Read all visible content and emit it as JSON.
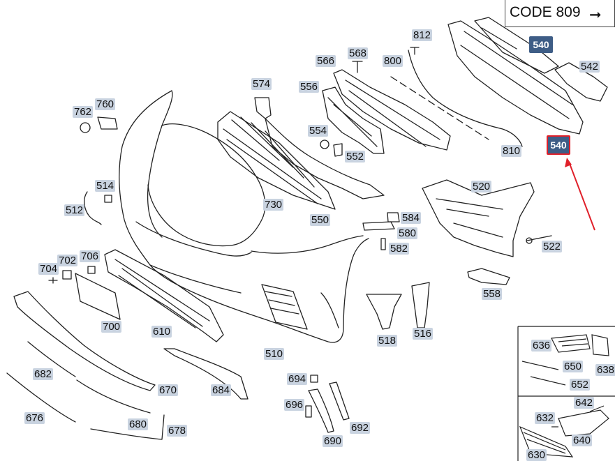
{
  "header": {
    "code_text": "CODE 809",
    "arrow_glyph": "➞"
  },
  "badges": {
    "top": "540",
    "highlighted": "540"
  },
  "colors": {
    "label_bg": "#c9d3e0",
    "badge_bg": "#3e5d86",
    "highlight": "#e0202a",
    "line": "#222222"
  },
  "callouts": {
    "c812": "812",
    "c566": "566",
    "c568": "568",
    "c800": "800",
    "c542": "542",
    "c574": "574",
    "c556": "556",
    "c762": "762",
    "c760": "760",
    "c554": "554",
    "c552": "552",
    "c810": "810",
    "c520": "520",
    "c514": "514",
    "c512": "512",
    "c730": "730",
    "c550": "550",
    "c584": "584",
    "c580": "580",
    "c582": "582",
    "c522": "522",
    "c704": "704",
    "c702": "702",
    "c706": "706",
    "c558": "558",
    "c700": "700",
    "c610": "610",
    "c518": "518",
    "c516": "516",
    "c510": "510",
    "c636": "636",
    "c650": "650",
    "c638": "638",
    "c652": "652",
    "c682": "682",
    "c670": "670",
    "c694": "694",
    "c684": "684",
    "c696": "696",
    "c692": "692",
    "c676": "676",
    "c680": "680",
    "c678": "678",
    "c690": "690",
    "c642": "642",
    "c632": "632",
    "c640": "640",
    "c630": "630"
  }
}
